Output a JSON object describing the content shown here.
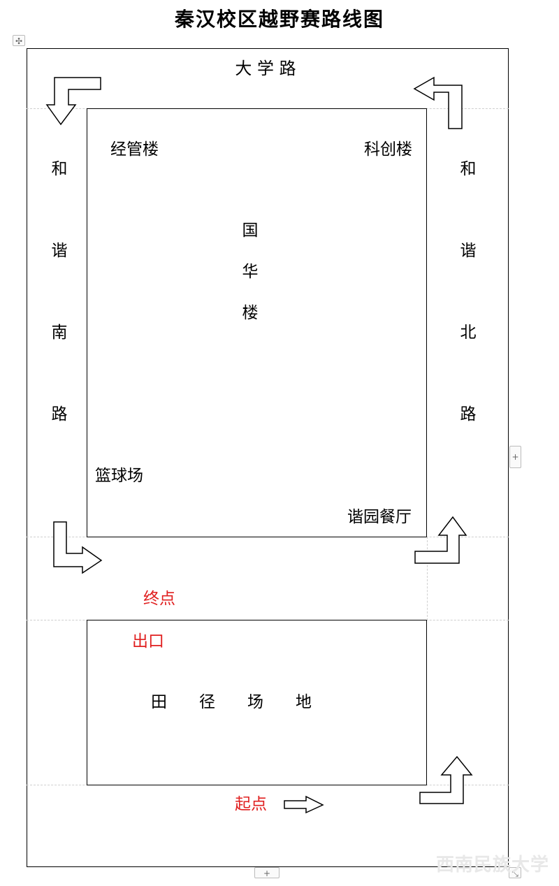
{
  "title": "秦汉校区越野赛路线图",
  "roads": {
    "top": "大 学 路",
    "left": [
      "和",
      "谐",
      "南",
      "路"
    ],
    "right": [
      "和",
      "谐",
      "北",
      "路"
    ]
  },
  "main_block": {
    "top_left": "经管楼",
    "top_right": "科创楼",
    "center": [
      "国",
      "华",
      "楼"
    ],
    "bottom_left": "篮球场",
    "bottom_right": "谐园餐厅"
  },
  "finish_label": "终点",
  "track_block": {
    "exit": "出口",
    "name": "田　　径　　场　　地"
  },
  "start_label": "起点",
  "watermark": "西南民族大学",
  "controls": {
    "move_icon": "✣",
    "add_row_icon": "+",
    "add_col_icon": "+",
    "resize_icon": "⤡"
  },
  "colors": {
    "highlight": "#e02020"
  }
}
